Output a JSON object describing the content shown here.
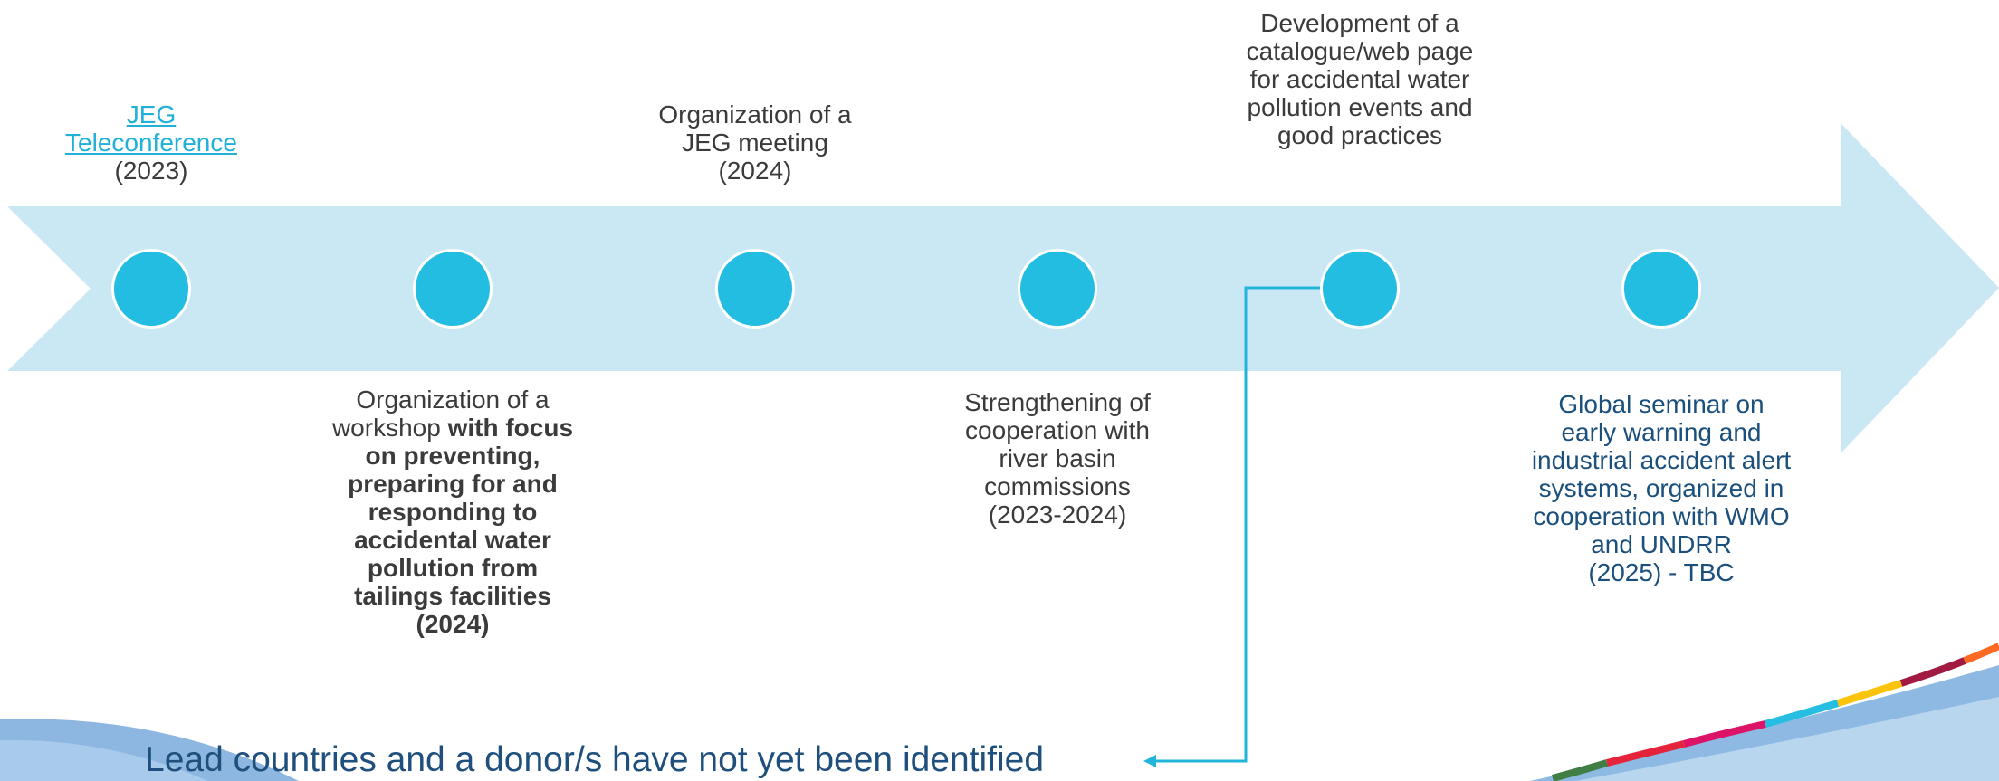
{
  "colors": {
    "arrow": "#cae7f4",
    "dot": "#22bde1",
    "connector": "#22b5dc",
    "text": "#3b3b3b",
    "link": "#21b0d8",
    "accent_text": "#1b4f7c"
  },
  "events": [
    {
      "link_text": "JEG Teleconference",
      "year": "(2023)"
    },
    {
      "text_pre": "Organization of a workshop ",
      "text_bold": "with focus on preventing, preparing for and responding to accidental water pollution from tailings facilities (2024)"
    },
    {
      "text": "Organization of a JEG meeting",
      "year": "(2024)"
    },
    {
      "text": "Strengthening of cooperation with river basin commissions",
      "year": "(2023-2024)"
    },
    {
      "text": "Development of a catalogue/web page for accidental water pollution events and good practices"
    },
    {
      "text": "Global seminar on early warning and industrial accident alert systems, organized in cooperation with WMO and UNDRR",
      "year": "(2025) - TBC"
    }
  ],
  "note": "Lead countries and a donor/s have not yet been identified"
}
